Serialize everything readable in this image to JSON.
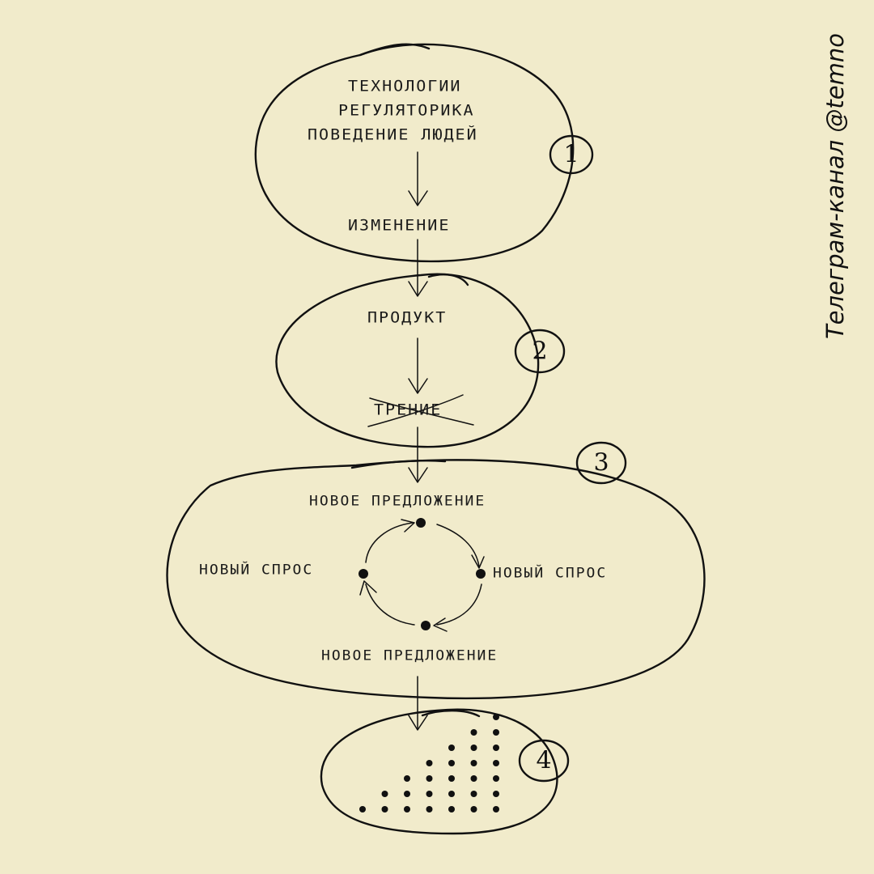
{
  "watermark": "Телеграм-канал @temno",
  "stage1": {
    "number": "1",
    "factors": [
      "ТЕХНОЛОГИИ",
      "РЕГУЛЯТОРИКА",
      "ПОВЕДЕНИЕ ЛЮДЕЙ"
    ],
    "result": "ИЗМЕНЕНИЕ"
  },
  "stage2": {
    "number": "2",
    "product": "ПРОДУКТ",
    "friction": "ТРЕНИЕ",
    "friction_crossed_out": true
  },
  "stage3": {
    "number": "3",
    "offer_top": "НОВОЕ ПРЕДЛОЖЕНИЕ",
    "demand_left": "НОВЫЙ СПРОС",
    "demand_right": "НОВЫЙ СПРОС",
    "offer_bottom": "НОВОЕ ПРЕДЛОЖЕНИЕ"
  },
  "stage4": {
    "number": "4",
    "dot_columns": [
      1,
      2,
      3,
      4,
      5,
      6,
      7
    ]
  },
  "colors": {
    "background": "#f1ebcb",
    "ink": "#111111"
  }
}
